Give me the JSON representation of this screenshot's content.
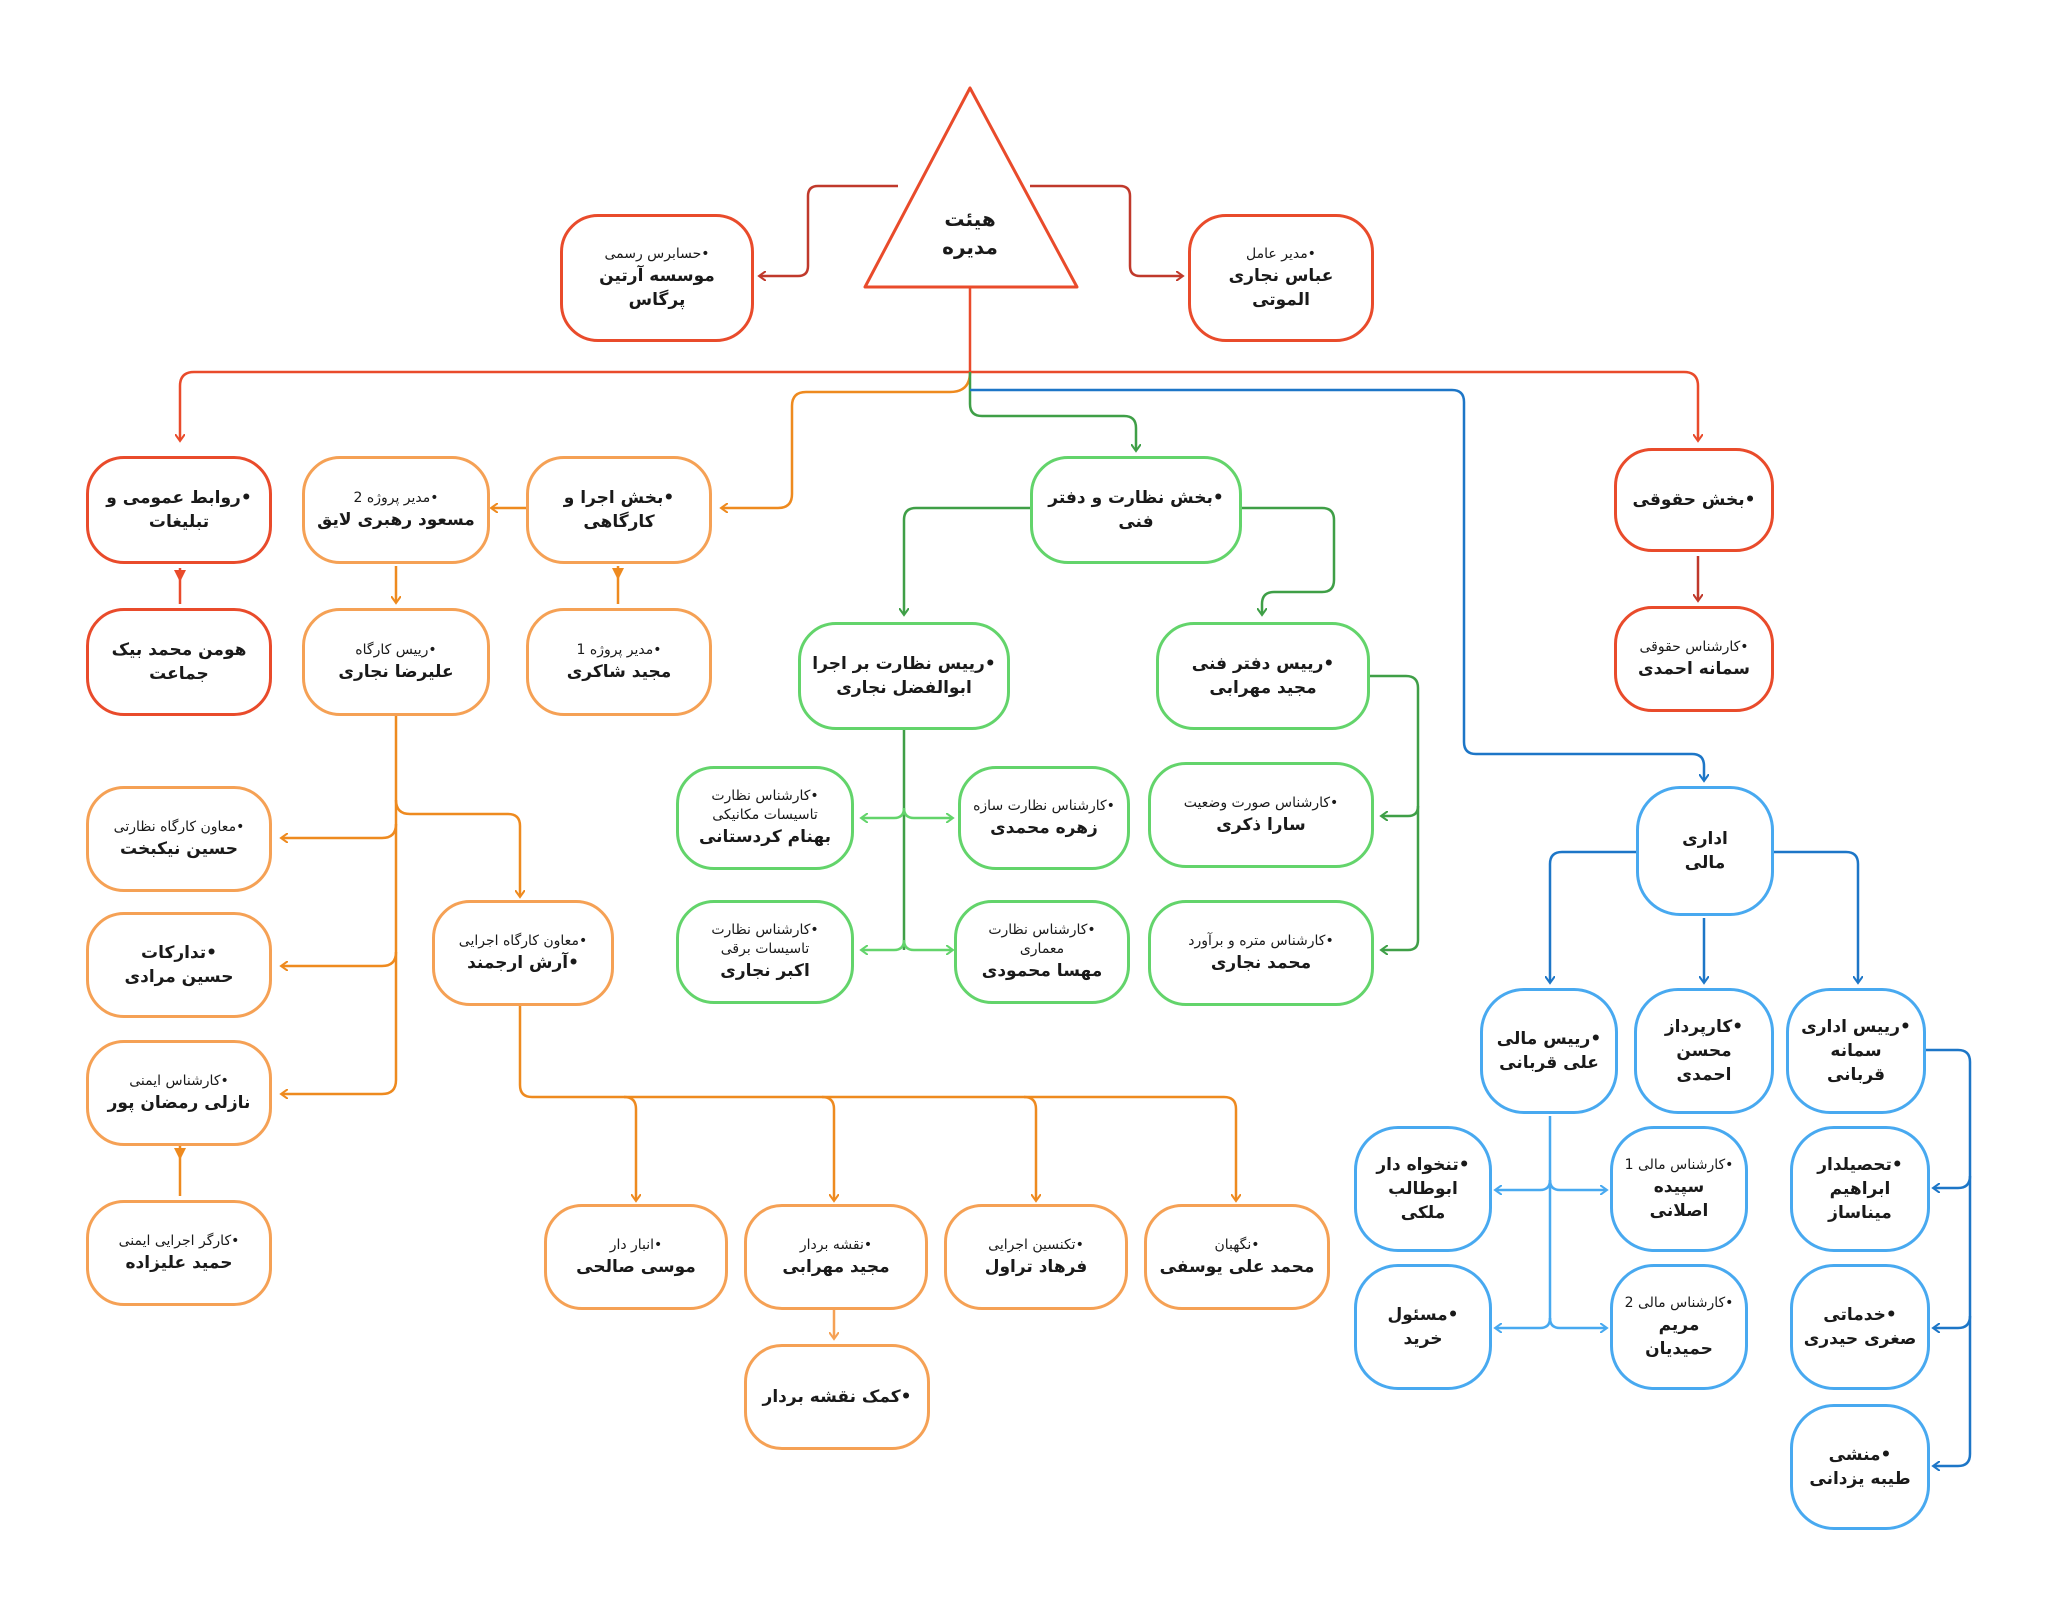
{
  "colors": {
    "red": "#e94b2b",
    "red_dark": "#c0392b",
    "orange": "#f5a155",
    "orange_line": "#ee8a1f",
    "green": "#63d46b",
    "green_line": "#3f9f47",
    "blue": "#48a9f0",
    "blue_line": "#1d76c7"
  },
  "board": {
    "line1": "هیئت",
    "line2": "مدیره"
  },
  "nodes": {
    "auditor": {
      "title": "•حسابرس رسمی",
      "name": "موسسه آرتین پرگاس"
    },
    "ceo": {
      "title": "•مدیر عامل",
      "name": "عباس نجاری الموتی"
    },
    "pr": {
      "label": "•روابط عمومی و تبلیغات"
    },
    "pr_staff": {
      "label": "هومن محمد بیک جماعت"
    },
    "pm2": {
      "title": "•مدیر پروژه 2",
      "name": "مسعود رهبری لایق"
    },
    "exec": {
      "label": "•بخش اجرا و کارگاهی"
    },
    "pm1": {
      "title": "•مدیر پروژه 1",
      "name": "مجید شاکری"
    },
    "site_head": {
      "title": "•رییس کارگاه",
      "name": "علیرضا نجاری"
    },
    "supervision": {
      "label": "•بخش نظارت و دفتر فنی"
    },
    "sup_head": {
      "title": "•رییس نظارت بر اجرا",
      "name": "ابوالفضل نجاری"
    },
    "tech_head": {
      "title": "•رییس دفتر فنی",
      "name": "مجید مهرابی"
    },
    "legal": {
      "label": "•بخش حقوقی"
    },
    "legal_staff": {
      "title": "•کارشناس حقوقی",
      "name": "سمانه احمدی"
    },
    "mech": {
      "t1": "•کارشناس نظارت",
      "t2": "تاسیسات مکانیکی",
      "name": "بهنام کردستانی"
    },
    "struct": {
      "title": "•کارشناس نظارت سازه",
      "name": "زهره محمدی"
    },
    "status": {
      "title": "•کارشناس صورت وضعیت",
      "name": "سارا ذکری"
    },
    "elec": {
      "t1": "•کارشناس نظارت",
      "t2": "تاسیسات برقی",
      "name": "اکبر نجاری"
    },
    "arch": {
      "title": "•کارشناس نظارت معماری",
      "name": "مهسا محمودی"
    },
    "estimate": {
      "title": "•کارشناس متره و برآورد",
      "name": "محمد نجاری"
    },
    "deputy_sup": {
      "title": "•معاون کارگاه نظارتی",
      "name": "حسین نیکبخت"
    },
    "supply": {
      "title": "•تدارکات",
      "name": "حسین مرادی"
    },
    "safety": {
      "title": "•کارشناس ایمنی",
      "name": "نازلی رمضان پور"
    },
    "safety_worker": {
      "title": "•کارگر اجرایی ایمنی",
      "name": "حمید علیزاده"
    },
    "deputy_exec": {
      "title": "•معاون کارگاه اجرایی",
      "name": "•آرش ارجمند"
    },
    "warehouse": {
      "title": "•انبار دار",
      "name": "موسی صالحی"
    },
    "surveyor": {
      "title": "•نقشه بردار",
      "name": "مجید مهرابی"
    },
    "technician": {
      "title": "•تکنسین اجرایی",
      "name": "فرهاد تراول"
    },
    "guard": {
      "title": "•نگهبان",
      "name": "محمد علی یوسفی"
    },
    "surveyor_asst": {
      "label": "•کمک نقشه بردار"
    },
    "admin_fin": {
      "line1": "اداری",
      "line2": "مالی"
    },
    "fin_head": {
      "title": "•رییس مالی",
      "name": "علی قربانی"
    },
    "procure": {
      "title": "•کارپرداز",
      "name": "محسن احمدی"
    },
    "admin_head": {
      "title": "•رییس اداری",
      "name": "سمانه قربانی"
    },
    "payroll": {
      "title": "•تنخواه دار",
      "name": "ابوطالب ملکی"
    },
    "fin1": {
      "title": "•کارشناس مالی 1",
      "name": "سپیده اصلانی"
    },
    "collector": {
      "title": "•تحصیلدار",
      "name": "ابراهیم میناساز"
    },
    "purchase": {
      "label": "•مسئول خرید"
    },
    "fin2": {
      "title": "•کارشناس مالی 2",
      "name": "مریم حمیدیان"
    },
    "services": {
      "title": "•خدماتی",
      "name": "صغری حیدری"
    },
    "secretary": {
      "title": "•منشی",
      "name": "طیبه یزدانی"
    }
  }
}
